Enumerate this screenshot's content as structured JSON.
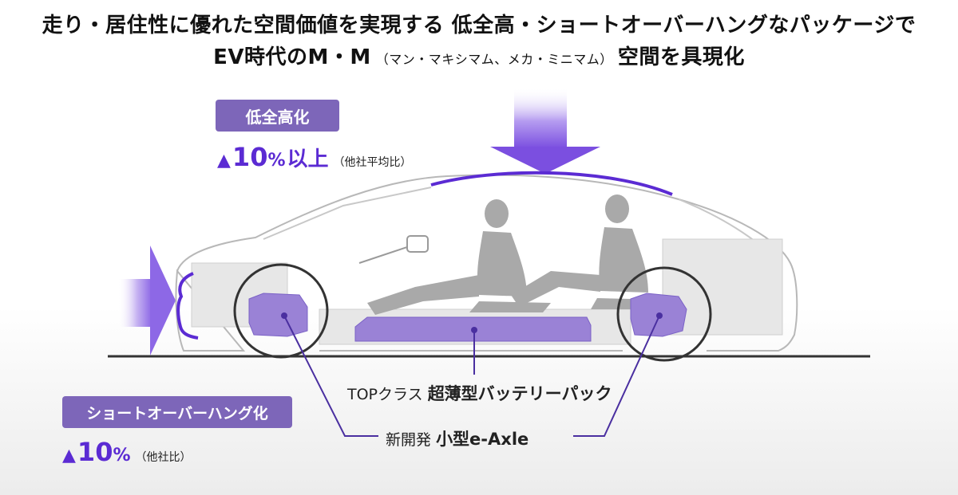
{
  "title": {
    "line1": "走り・居住性に優れた空間価値を実現する 低全高・ショートオーバーハングなパッケージで",
    "line2_main": "EV時代のM・M",
    "line2_paren": "（マン・マキシマム、メカ・ミニマム）",
    "line2_end": "空間を具現化"
  },
  "badges": {
    "height": "低全高化",
    "overhang": "ショートオーバーハング化"
  },
  "stats": {
    "height": {
      "tri": "▲",
      "num": "10",
      "unit": "%",
      "extra": "以上",
      "note": "（他社平均比）"
    },
    "overhang": {
      "tri": "▲",
      "num": "10",
      "unit": "%",
      "note": "（他社比）"
    }
  },
  "labels": {
    "battery_prefix": "TOPクラス",
    "battery_main": "超薄型バッテリーパック",
    "axle_prefix": "新開発",
    "axle_main": "小型e-Axle"
  },
  "colors": {
    "accent": "#7d66b9",
    "purple_strong": "#5b2bd3",
    "component": "#9a82d6"
  }
}
